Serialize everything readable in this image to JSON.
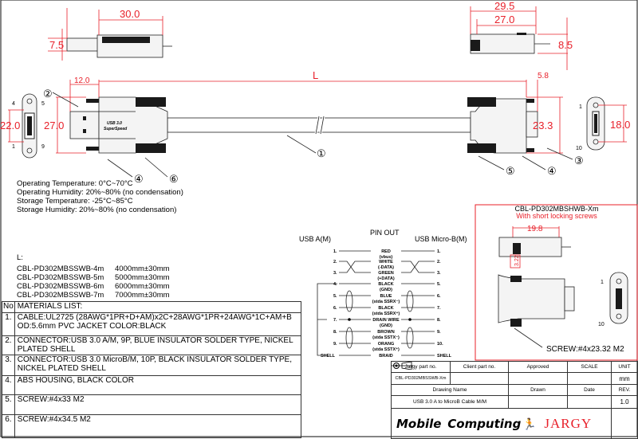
{
  "dimensions": {
    "top_left_length": "30.0",
    "top_left_height": "7.5",
    "top_right_overall": "29.5",
    "top_right_body": "27.0",
    "top_right_height": "8.5",
    "usb_a_offset": "12.0",
    "cable_length": "L",
    "micro_offset": "5.8",
    "usb_a_face_width": "22.0",
    "usb_a_height": "27.0",
    "micro_height": "23.3",
    "micro_face_width": "18.0"
  },
  "callouts": {
    "cable": "①",
    "usb_a_connector": "②",
    "micro_connector": "③",
    "housing": "④",
    "screw_micro": "⑤",
    "screw_a": "⑥"
  },
  "face_pins": {
    "a_tl": "4",
    "a_tr": "5",
    "a_bl": "1",
    "a_br": "9",
    "micro_top": "1",
    "micro_bottom": "10"
  },
  "plug_marking": {
    "line1": "USB 3.0",
    "line2": "SuperSpeed"
  },
  "environment": [
    "Operating Temperature: 0°C~70°C",
    "Operating Humidity: 20%~80% (no condensation)",
    "Storage Temperature: -25°C~85°C",
    "Storage  Humidity: 20%~80% (no condensation)"
  ],
  "lengths": {
    "label": "L:",
    "items": [
      {
        "part": "CBL-PD302MBSSWB-4m",
        "length": "4000mm±30mm"
      },
      {
        "part": "CBL-PD302MBSSWB-5m",
        "length": "5000mm±30mm"
      },
      {
        "part": "CBL-PD302MBSSWB-6m",
        "length": "6000mm±30mm"
      },
      {
        "part": "CBL-PD302MBSSWB-7m",
        "length": "7000mm±30mm"
      }
    ]
  },
  "materials": {
    "no_header": "No",
    "title": "MATERIALS LIST:",
    "items": [
      {
        "no": "1.",
        "text": "CABLE:UL2725 (28AWG*1PR+D+AM)x2C+28AWG*1PR+24AWG*1C+AM+B OD:5.6mm  PVC JACKET COLOR:BLACK"
      },
      {
        "no": "2.",
        "text": "CONNECTOR:USB 3.0 A/M, 9P, BLUE INSULATOR SOLDER TYPE, NICKEL PLATED SHELL"
      },
      {
        "no": "3.",
        "text": "CONNECTOR:USB 3.0 MicroB/M, 10P, BLACK INSULATOR SOLDER TYPE, NICKEL PLATED SHELL"
      },
      {
        "no": "4.",
        "text": "ABS HOUSING, BLACK COLOR"
      },
      {
        "no": "5.",
        "text": "SCREW:#4x33 M2"
      },
      {
        "no": "6.",
        "text": "SCREW:#4x34.5 M2"
      }
    ]
  },
  "pinout": {
    "title": "PIN OUT",
    "left_header": "USB A(M)",
    "right_header": "USB Micro-B(M)",
    "rows": [
      {
        "left": "1.",
        "wire": "RED",
        "sub": "(vbus)",
        "right": "1."
      },
      {
        "left": "2.",
        "wire": "WHITE",
        "sub": "(-DATA)",
        "right": "2."
      },
      {
        "left": "3.",
        "wire": "GREEN",
        "sub": "(+DATA)",
        "right": "3."
      },
      {
        "left": "4.",
        "wire": "BLACK",
        "sub": "(GND)",
        "right": "5."
      },
      {
        "left": "5.",
        "wire": "BLUE",
        "sub": "(stda SSRX⁻)",
        "right": "6."
      },
      {
        "left": "6.",
        "wire": "BLACK",
        "sub": "(stda SSRX⁺)",
        "right": "7."
      },
      {
        "left": "7.",
        "wire": "DRAIN WIRE",
        "sub": "(GND)",
        "right": "8."
      },
      {
        "left": "8.",
        "wire": "BROWN",
        "sub": "(stda SSTX⁻)",
        "right": "9."
      },
      {
        "left": "9.",
        "wire": "ORANG",
        "sub": "(stda SSTX⁺)",
        "right": "10."
      },
      {
        "left": "SHELL",
        "wire": "BRAID",
        "sub": "",
        "right": "SHELL"
      }
    ]
  },
  "variant": {
    "part": "CBL-PD302MBSHWB-Xm",
    "subtitle": "With short locking screws",
    "length_dim": "19.8",
    "height_dim": "3.22",
    "screw": "SCREW:#4x23.32 M2",
    "pin_top": "1",
    "pin_bottom": "10"
  },
  "title_block": {
    "jargy_part_label": "Jargy part no.",
    "client_part_label": "Client part no.",
    "approved_label": "Approved",
    "scale_label": "SCALE",
    "unit_label": "UNIT",
    "jargy_part": "CBL-PD302MBSSWB-Xm",
    "unit": "mm",
    "drawing_name_label": "Drawing Name",
    "drawn_label": "Drawn",
    "date_label": "Date",
    "rev_label": "REV.",
    "drawing_name": "USB 3.0 A to MicroB Cable M/M",
    "rev": "1.0",
    "logo_mobile": "Mobile",
    "logo_computing": "Computing",
    "logo_jargy": "JARGY"
  },
  "colors": {
    "dimension": "#e8202a",
    "line": "#222222"
  }
}
